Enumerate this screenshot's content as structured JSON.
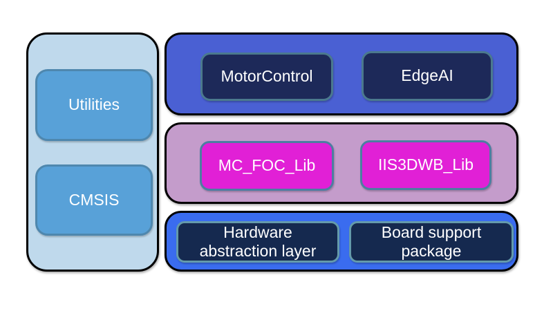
{
  "diagram": {
    "type": "software-architecture-block-diagram",
    "labels": {
      "utilities": "Utilities",
      "cmsis": "CMSIS",
      "motorcontrol": "MotorControl",
      "edgeai": "EdgeAI",
      "mc_foc_lib": "MC_FOC_Lib",
      "iis3dwb_lib": "IIS3DWB_Lib",
      "hal": "Hardware\nabstraction layer",
      "bsp": "Board support\npackage"
    },
    "colors": {
      "background": "#ffffff",
      "outline": "#000000",
      "text": "#ffffff",
      "side_container_fill": "#bfd9ec",
      "side_block_fill": "#58a1d8",
      "side_block_border": "#4e87ae",
      "app_container_fill": "#4a60d3",
      "app_block_fill": "#1d2959",
      "app_block_border": "#4b798e",
      "lib_container_fill": "#c49ccb",
      "lib_block_fill": "#e120d6",
      "lib_block_border": "#4d7ea1",
      "hw_container_fill": "#3a6cef",
      "hw_block_fill": "#15294f",
      "hw_block_border": "#649aab"
    }
  }
}
